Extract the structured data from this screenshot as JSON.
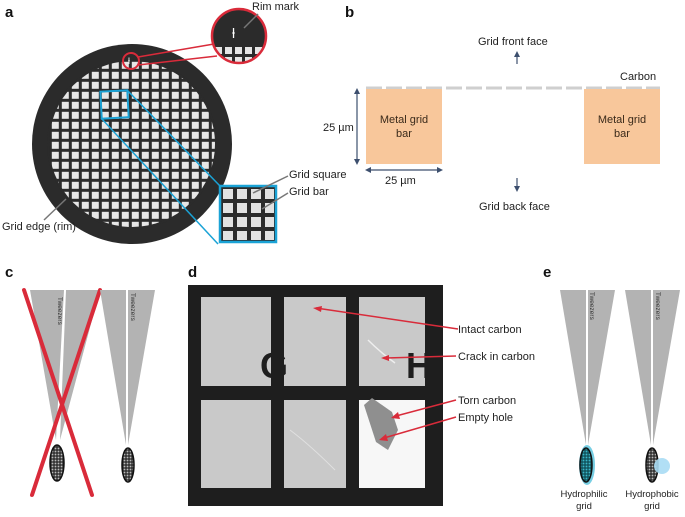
{
  "panels": {
    "a": "a",
    "b": "b",
    "c": "c",
    "d": "d",
    "e": "e"
  },
  "panel_a": {
    "rim_mark": "Rim mark",
    "grid_square": "Grid square",
    "grid_bar": "Grid bar",
    "grid_edge": "Grid edge (rim)"
  },
  "panel_b": {
    "front_face": "Grid front face",
    "back_face": "Grid back face",
    "carbon": "Carbon",
    "bar_left_line1": "Metal grid",
    "bar_left_line2": "bar",
    "bar_right_line1": "Metal grid",
    "bar_right_line2": "bar",
    "height_dim": "25 µm",
    "width_dim": "25 µm"
  },
  "panel_c": {
    "tweezers_left": "Tweezers",
    "tweezers_right": "Tweezers"
  },
  "panel_d": {
    "intact_carbon": "Intact carbon",
    "crack_in_carbon": "Crack in carbon",
    "torn_carbon": "Torn carbon",
    "empty_hole": "Empty hole",
    "grid_letter_g": "G",
    "grid_letter_h": "H"
  },
  "panel_e": {
    "tweezers_left": "Tweezers",
    "tweezers_right": "Tweezers",
    "hydrophilic_line1": "Hydrophilic",
    "hydrophilic_line2": "grid",
    "hydrophobic_line1": "Hydrophobic",
    "hydrophobic_line2": "grid"
  },
  "colors": {
    "red": "#d92b3a",
    "blue": "#1ba3d6",
    "bar_fill": "#f8c79b",
    "grid_dark": "#2b2b2b",
    "arrow_navy": "#3d4f6e"
  }
}
